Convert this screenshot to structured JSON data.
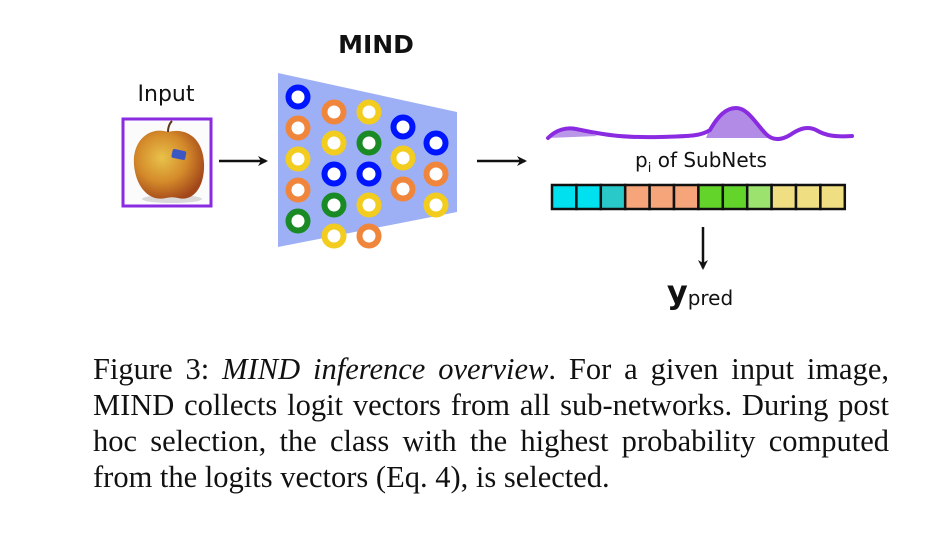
{
  "diagram": {
    "title": "MIND",
    "input_label": "Input",
    "probabilities_label": {
      "prefix": "p",
      "subscript": "i",
      "suffix": " of SubNets"
    },
    "output_label": {
      "symbol": "y",
      "subscript": "pred"
    },
    "colors": {
      "purple": "#8a2be2",
      "funnel": "#9db0f5",
      "ring_blue": "#0015ff",
      "ring_orange": "#f0863c",
      "ring_yellow": "#f2cc1e",
      "ring_green": "#1a8a25",
      "ring_cyan": "#00bcd4"
    },
    "subnet_circles": [
      "blue",
      "orange",
      "yellow",
      "orange",
      "green",
      "orange",
      "yellow",
      "blue",
      "green",
      "yellow",
      "yellow",
      "green",
      "blue",
      "yellow",
      "orange",
      "blue",
      "yellow",
      "orange",
      "blue",
      "orange",
      "yellow",
      "blue"
    ],
    "vector_cells": [
      "#00e0ef",
      "#00e0ef",
      "#2ac9c9",
      "#f6a47a",
      "#f6a47a",
      "#f6a47a",
      "#63d52a",
      "#63d52a",
      "#9be36e",
      "#f0df82",
      "#f0df82",
      "#f0df82"
    ]
  },
  "caption": {
    "label": "Figure 3: ",
    "title_italic": "MIND inference overview",
    "body": ". For a given input image, MIND collects logit vectors from all sub-networks. During post hoc selection, the class with the highest probability computed from the logits vectors (Eq. 4), is selected."
  }
}
